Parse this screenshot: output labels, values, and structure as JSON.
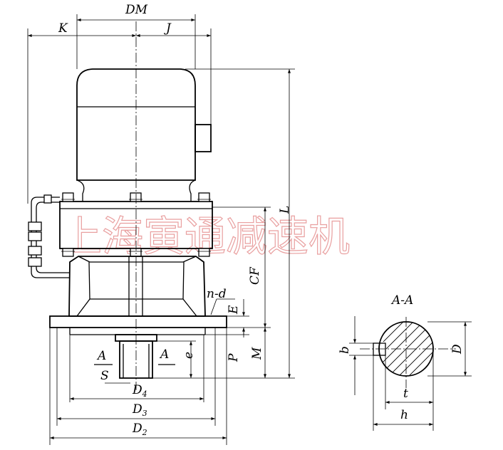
{
  "labels": {
    "DM": "DM",
    "K": "K",
    "J": "J",
    "L": "L",
    "CF": "CF",
    "n_d": "n-d",
    "E": "E",
    "P": "P",
    "M": "M",
    "e": "e",
    "A_left": "A",
    "S": "S",
    "A_right": "A",
    "D4": "D",
    "D4_sub": "4",
    "D3": "D",
    "D3_sub": "3",
    "D2": "D",
    "D2_sub": "2",
    "section_title": "A-A",
    "b": "b",
    "D": "D",
    "t": "t",
    "h": "h"
  },
  "watermark": "上海寅通减速机",
  "colors": {
    "line": "#000000",
    "watermark": "#e9a0a0"
  }
}
